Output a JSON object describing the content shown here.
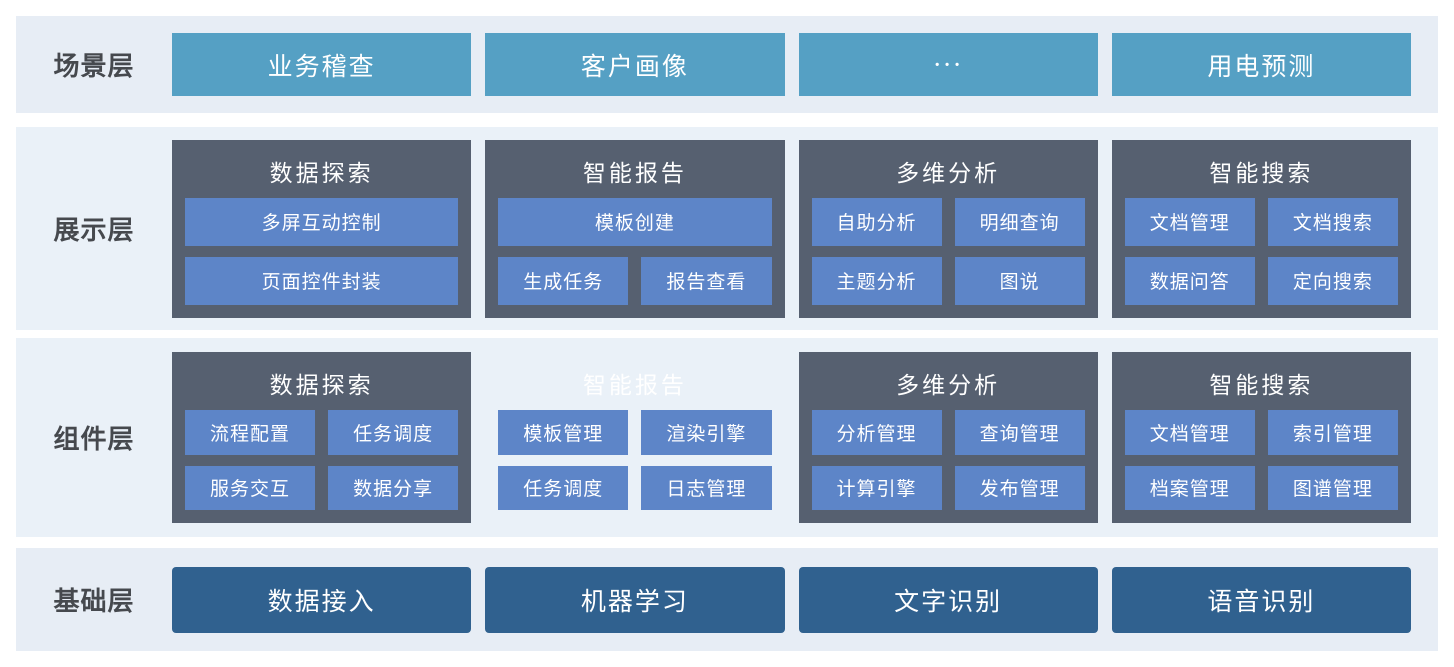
{
  "colors": {
    "scenario_teal": "#55a0c4",
    "card_slate": "#566070",
    "item_blue": "#5d85c8",
    "foundation_navy": "#30618f",
    "band_light": "#eaf1f8",
    "band_outer": "#e7edf5",
    "label_gray": "#46494e"
  },
  "scenario_layer": {
    "label": "场景层",
    "buttons": [
      "业务稽查",
      "客户画像",
      "···",
      "用电预测"
    ]
  },
  "presentation_layer": {
    "label": "展示层",
    "groups": [
      {
        "title": "数据探索",
        "items": [
          "多屏互动控制",
          "页面控件封装"
        ]
      },
      {
        "title": "智能报告",
        "items": [
          "模板创建",
          "生成任务",
          "报告查看"
        ]
      },
      {
        "title": "多维分析",
        "items": [
          "自助分析",
          "明细查询",
          "主题分析",
          "图说"
        ]
      },
      {
        "title": "智能搜索",
        "items": [
          "文档管理",
          "文档搜索",
          "数据问答",
          "定向搜索"
        ]
      }
    ]
  },
  "component_layer": {
    "label": "组件层",
    "groups": [
      {
        "title": "数据探索",
        "items": [
          "流程配置",
          "任务调度",
          "服务交互",
          "数据分享"
        ]
      },
      {
        "title": "智能报告",
        "items": [
          "模板管理",
          "渲染引擎",
          "任务调度",
          "日志管理"
        ]
      },
      {
        "title": "多维分析",
        "items": [
          "分析管理",
          "查询管理",
          "计算引擎",
          "发布管理"
        ]
      },
      {
        "title": "智能搜索",
        "items": [
          "文档管理",
          "索引管理",
          "档案管理",
          "图谱管理"
        ]
      }
    ]
  },
  "foundation_layer": {
    "label": "基础层",
    "buttons": [
      "数据接入",
      "机器学习",
      "文字识别",
      "语音识别"
    ]
  }
}
